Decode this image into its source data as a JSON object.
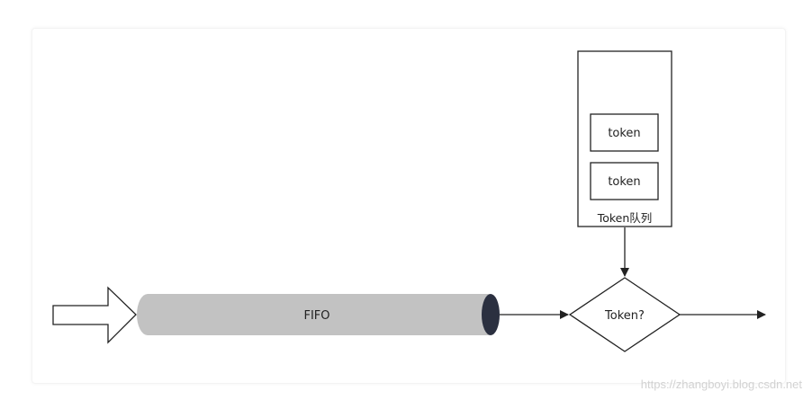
{
  "diagram": {
    "fifo_label": "FIFO",
    "token_queue_label": "Token队列",
    "tokens": [
      "token",
      "token"
    ],
    "decision_label": "Token?",
    "colors": {
      "pipe_body": "#c2c2c2",
      "pipe_end": "#2b3040",
      "stroke": "#222222"
    }
  },
  "watermark": "https://zhangboyi.blog.csdn.net"
}
